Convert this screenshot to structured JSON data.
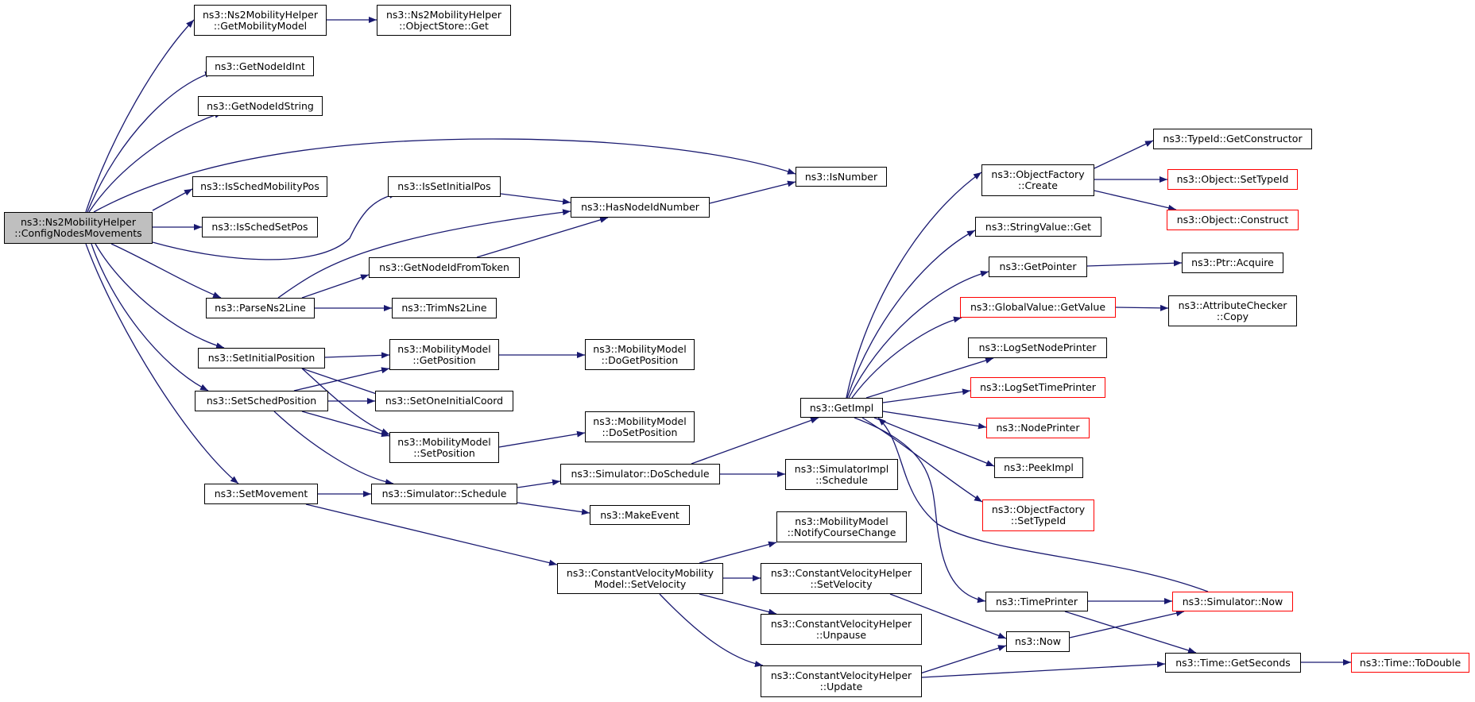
{
  "colors": {
    "edge": "#191970",
    "root_fill": "#bfbfbf",
    "truncated_border": "#ff0000",
    "node_border": "#000000"
  },
  "nodes": {
    "root": {
      "lines": [
        "ns3::Ns2MobilityHelper",
        "::ConfigNodesMovements"
      ]
    },
    "getMobilityModel": {
      "lines": [
        "ns3::Ns2MobilityHelper",
        "::GetMobilityModel"
      ]
    },
    "objectStoreGet": {
      "lines": [
        "ns3::Ns2MobilityHelper",
        "::ObjectStore::Get"
      ]
    },
    "getNodeIdInt": {
      "lines": [
        "ns3::GetNodeIdInt"
      ]
    },
    "getNodeIdString": {
      "lines": [
        "ns3::GetNodeIdString"
      ]
    },
    "isNumber": {
      "lines": [
        "ns3::IsNumber"
      ]
    },
    "isSchedMobilityPos": {
      "lines": [
        "ns3::IsSchedMobilityPos"
      ]
    },
    "isSchedSetPos": {
      "lines": [
        "ns3::IsSchedSetPos"
      ]
    },
    "isSetInitialPos": {
      "lines": [
        "ns3::IsSetInitialPos"
      ]
    },
    "hasNodeIdNumber": {
      "lines": [
        "ns3::HasNodeIdNumber"
      ]
    },
    "getNodeIdFromToken": {
      "lines": [
        "ns3::GetNodeIdFromToken"
      ]
    },
    "parseNs2Line": {
      "lines": [
        "ns3::ParseNs2Line"
      ]
    },
    "trimNs2Line": {
      "lines": [
        "ns3::TrimNs2Line"
      ]
    },
    "setInitialPosition": {
      "lines": [
        "ns3::SetInitialPosition"
      ]
    },
    "mmGetPosition": {
      "lines": [
        "ns3::MobilityModel",
        "::GetPosition"
      ]
    },
    "mmDoGetPosition": {
      "lines": [
        "ns3::MobilityModel",
        "::DoGetPosition"
      ]
    },
    "setSchedPosition": {
      "lines": [
        "ns3::SetSchedPosition"
      ]
    },
    "setOneInitialCoord": {
      "lines": [
        "ns3::SetOneInitialCoord"
      ]
    },
    "mmSetPosition": {
      "lines": [
        "ns3::MobilityModel",
        "::SetPosition"
      ]
    },
    "mmDoSetPosition": {
      "lines": [
        "ns3::MobilityModel",
        "::DoSetPosition"
      ]
    },
    "setMovement": {
      "lines": [
        "ns3::SetMovement"
      ]
    },
    "simSchedule": {
      "lines": [
        "ns3::Simulator::Schedule"
      ]
    },
    "simDoSchedule": {
      "lines": [
        "ns3::Simulator::DoSchedule"
      ]
    },
    "simImplSchedule": {
      "lines": [
        "ns3::SimulatorImpl",
        "::Schedule"
      ]
    },
    "makeEvent": {
      "lines": [
        "ns3::MakeEvent"
      ]
    },
    "cvmSetVelocity": {
      "lines": [
        "ns3::ConstantVelocityMobility",
        "Model::SetVelocity"
      ]
    },
    "mmNotifyCourseChange": {
      "lines": [
        "ns3::MobilityModel",
        "::NotifyCourseChange"
      ]
    },
    "cvhSetVelocity": {
      "lines": [
        "ns3::ConstantVelocityHelper",
        "::SetVelocity"
      ]
    },
    "cvhUnpause": {
      "lines": [
        "ns3::ConstantVelocityHelper",
        "::Unpause"
      ]
    },
    "cvhUpdate": {
      "lines": [
        "ns3::ConstantVelocityHelper",
        "::Update"
      ]
    },
    "getImpl": {
      "lines": [
        "ns3::GetImpl"
      ]
    },
    "ofCreate": {
      "lines": [
        "ns3::ObjectFactory",
        "::Create"
      ]
    },
    "stringValueGet": {
      "lines": [
        "ns3::StringValue::Get"
      ]
    },
    "getPointer": {
      "lines": [
        "ns3::GetPointer"
      ]
    },
    "globalValueGetValue": {
      "lines": [
        "ns3::GlobalValue::GetValue"
      ]
    },
    "logSetNodePrinter": {
      "lines": [
        "ns3::LogSetNodePrinter"
      ]
    },
    "logSetTimePrinter": {
      "lines": [
        "ns3::LogSetTimePrinter"
      ]
    },
    "nodePrinter": {
      "lines": [
        "ns3::NodePrinter"
      ]
    },
    "peekImpl": {
      "lines": [
        "ns3::PeekImpl"
      ]
    },
    "ofSetTypeId": {
      "lines": [
        "ns3::ObjectFactory",
        "::SetTypeId"
      ]
    },
    "timePrinter": {
      "lines": [
        "ns3::TimePrinter"
      ]
    },
    "now": {
      "lines": [
        "ns3::Now"
      ]
    },
    "simNow": {
      "lines": [
        "ns3::Simulator::Now"
      ]
    },
    "timeGetSeconds": {
      "lines": [
        "ns3::Time::GetSeconds"
      ]
    },
    "timeToDouble": {
      "lines": [
        "ns3::Time::ToDouble"
      ]
    },
    "typeIdGetConstructor": {
      "lines": [
        "ns3::TypeId::GetConstructor"
      ]
    },
    "objectSetTypeId": {
      "lines": [
        "ns3::Object::SetTypeId"
      ]
    },
    "objectConstruct": {
      "lines": [
        "ns3::Object::Construct"
      ]
    },
    "ptrAcquire": {
      "lines": [
        "ns3::Ptr::Acquire"
      ]
    },
    "attributeCheckerCopy": {
      "lines": [
        "ns3::AttributeChecker",
        "::Copy"
      ]
    }
  }
}
